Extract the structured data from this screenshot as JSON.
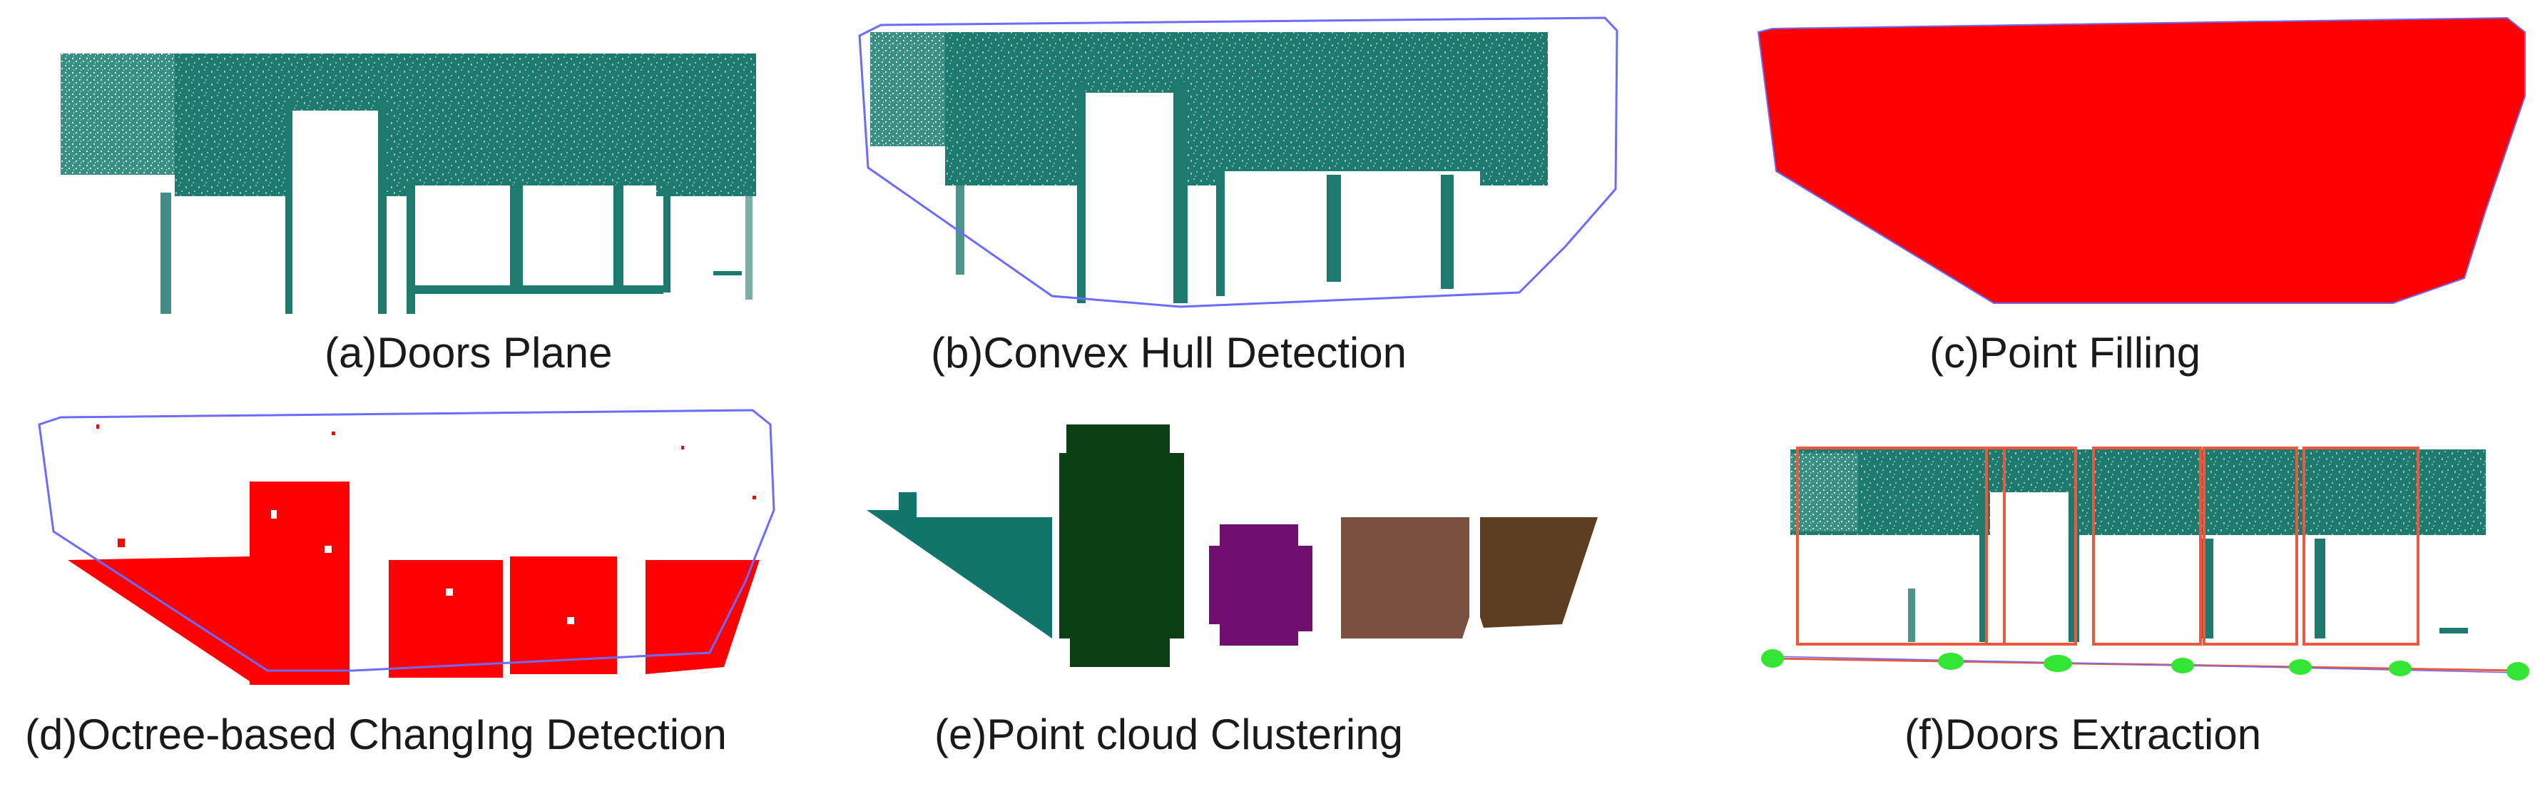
{
  "figure": {
    "panels": [
      {
        "id": "a",
        "caption": "(a)Doors Plane"
      },
      {
        "id": "b",
        "caption": "(b)Convex Hull Detection"
      },
      {
        "id": "c",
        "caption": "(c)Point Filling"
      },
      {
        "id": "d",
        "caption": "(d)Octree-based ChangIng Detection"
      },
      {
        "id": "e",
        "caption": "(e)Point cloud Clustering"
      },
      {
        "id": "f",
        "caption": "(f)Doors Extraction"
      }
    ],
    "colors": {
      "point_cloud": "#1f7a6e",
      "hull": "#6b6bff",
      "fill": "#ff0000",
      "cluster_1": "#12756b",
      "cluster_2": "#0b3f14",
      "cluster_3": "#6f0f6f",
      "cluster_4": "#7a5040",
      "cluster_5": "#5e3e22",
      "box": "#e8593f",
      "node": "#33e633"
    }
  }
}
